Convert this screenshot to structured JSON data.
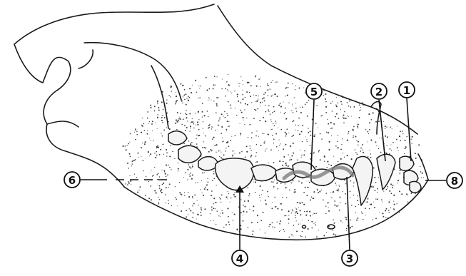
{
  "callouts": [
    {
      "id": "1",
      "label": "1"
    },
    {
      "id": "2",
      "label": "2"
    },
    {
      "id": "3",
      "label": "3"
    },
    {
      "id": "4",
      "label": "4"
    },
    {
      "id": "5",
      "label": "5"
    },
    {
      "id": "6",
      "label": "6"
    },
    {
      "id": "8",
      "label": "8"
    }
  ]
}
